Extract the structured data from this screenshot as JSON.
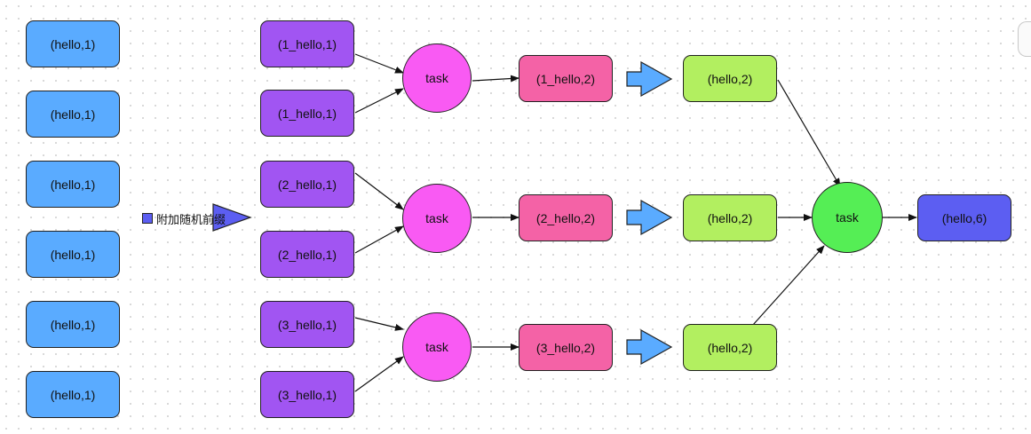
{
  "source": [
    "(hello,1)",
    "(hello,1)",
    "(hello,1)",
    "(hello,1)",
    "(hello,1)",
    "(hello,1)"
  ],
  "prefixed": [
    "(1_hello,1)",
    "(1_hello,1)",
    "(2_hello,1)",
    "(2_hello,1)",
    "(3_hello,1)",
    "(3_hello,1)"
  ],
  "tasks": [
    "task",
    "task",
    "task"
  ],
  "partial": [
    "(1_hello,2)",
    "(2_hello,2)",
    "(3_hello,2)"
  ],
  "stripped": [
    "(hello,2)",
    "(hello,2)",
    "(hello,2)"
  ],
  "final_task": "task",
  "result": "(hello,6)",
  "prefix_step_label": "附加随机前缀",
  "colors": {
    "source": "#5aabff",
    "prefixed": "#a155f2",
    "task": "#f95af3",
    "partial": "#f462a6",
    "stripped": "#b2ef60",
    "final_task": "#55ee55",
    "result": "#5c5ef2",
    "arrow": "#5aabff"
  }
}
